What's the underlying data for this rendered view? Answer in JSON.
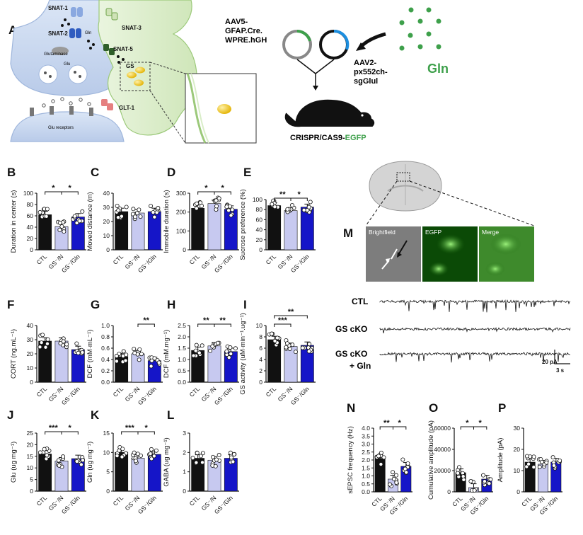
{
  "figure": {
    "panel_a": {
      "letter": "A",
      "labels": {
        "snat1": "SNAT-1",
        "snat2": "SNAT-2",
        "snat3": "SNAT-3",
        "snat5": "SNAT-5",
        "gln_small": "Gln",
        "glutaminase": "Glutaminase",
        "glu_small": "Glu",
        "gs": "GS",
        "glt1": "GLT-1",
        "glu_receptors": "Glu receptors"
      },
      "virus1": "AAV5-\nGFAP.Cre.\nWPRE.hGH",
      "virus2": "AAV2-\npx552ch-\nsgGlul",
      "gln_big": "Gln",
      "crispr": "CRISPR/CAS9-",
      "egfp": "EGFP"
    },
    "colors": {
      "ctl": "#111111",
      "gsn": "#c7c9f0",
      "gsgln": "#1515c8",
      "green": "#3ea04b",
      "blue_plasmid": "#1d8fe0",
      "astro": "#d9edc8",
      "neuron": "#c9d9f0"
    },
    "panel_m": {
      "letter": "M",
      "img_labels": [
        "Brightfield",
        "EGFP",
        "Merge"
      ],
      "trace_labels": [
        "CTL",
        "GS cKO",
        "GS cKO\n+ Gln"
      ],
      "scale_y": "20 pA",
      "scale_x": "3 s"
    },
    "chart_data": [
      {
        "panel": "B",
        "type": "bar",
        "categories": [
          "CTL",
          "GS⁻/N",
          "GS⁻/Gln"
        ],
        "values": [
          62,
          41,
          58
        ],
        "ylabel": "Duration in center (s)",
        "ylim": [
          0,
          100
        ],
        "yticks": [
          0,
          20,
          40,
          60,
          80,
          100
        ],
        "sig": [
          {
            "from": 0,
            "to": 1,
            "label": "*"
          },
          {
            "from": 1,
            "to": 2,
            "label": "*"
          }
        ]
      },
      {
        "panel": "C",
        "type": "bar",
        "categories": [
          "CTL",
          "GS⁻/N",
          "GS⁻/Gln"
        ],
        "values": [
          27,
          26,
          27
        ],
        "ylabel": "Moved distance (m)",
        "ylim": [
          0,
          40
        ],
        "yticks": [
          0,
          10,
          20,
          30,
          40
        ],
        "sig": []
      },
      {
        "panel": "D",
        "type": "bar",
        "categories": [
          "CTL",
          "GS⁻/N",
          "GS⁻/Gln"
        ],
        "values": [
          220,
          245,
          215
        ],
        "ylabel": "Immobile duration (s)",
        "ylim": [
          0,
          300
        ],
        "yticks": [
          0,
          100,
          200,
          300
        ],
        "sig": [
          {
            "from": 0,
            "to": 1,
            "label": "*"
          },
          {
            "from": 1,
            "to": 2,
            "label": "*"
          }
        ]
      },
      {
        "panel": "E",
        "type": "bar",
        "categories": [
          "CTL",
          "GS⁻/N",
          "GS⁻/Gln"
        ],
        "values": [
          88,
          78,
          85
        ],
        "ylabel": "Sucrose preference (%)",
        "ylim": [
          0,
          100
        ],
        "yticks": [
          0,
          20,
          40,
          60,
          80,
          100
        ],
        "sig": [
          {
            "from": 0,
            "to": 1,
            "label": "**"
          },
          {
            "from": 1,
            "to": 2,
            "label": "*"
          }
        ]
      },
      {
        "panel": "F",
        "type": "bar",
        "categories": [
          "CTL",
          "GS⁻/N",
          "GS⁻/Gln"
        ],
        "values": [
          29,
          29,
          23
        ],
        "ylabel": "CORT (ng.mL⁻¹)",
        "ylim": [
          0,
          40
        ],
        "yticks": [
          0,
          10,
          20,
          30,
          40
        ],
        "sig": []
      },
      {
        "panel": "G",
        "type": "bar",
        "categories": [
          "CTL",
          "GS⁻/N",
          "GS⁻/Gln"
        ],
        "values": [
          0.45,
          0.5,
          0.38
        ],
        "ylabel": "DCF (mM·mL⁻¹)",
        "ylim": [
          0,
          1.0
        ],
        "yticks": [
          0,
          0.2,
          0.4,
          0.6,
          0.8,
          1.0
        ],
        "sig": [
          {
            "from": 1,
            "to": 2,
            "label": "**"
          }
        ]
      },
      {
        "panel": "H",
        "type": "bar",
        "categories": [
          "CTL",
          "GS⁻/N",
          "GS⁻/Gln"
        ],
        "values": [
          1.4,
          1.6,
          1.35
        ],
        "ylabel": "DCF (mM.mg⁻¹)",
        "ylim": [
          0,
          2.5
        ],
        "yticks": [
          0,
          0.5,
          1.0,
          1.5,
          2.0,
          2.5
        ],
        "sig": [
          {
            "from": 0,
            "to": 1,
            "label": "**"
          },
          {
            "from": 1,
            "to": 2,
            "label": "**"
          }
        ]
      },
      {
        "panel": "I",
        "type": "bar",
        "categories": [
          "CTL",
          "GS⁻/N",
          "GS⁻/Gln"
        ],
        "values": [
          7.5,
          6.3,
          6.5
        ],
        "ylabel": "GS activity (uM·min⁻¹.ug⁻¹)",
        "ylim": [
          0,
          10
        ],
        "yticks": [
          0,
          2,
          4,
          6,
          8,
          10
        ],
        "sig": [
          {
            "from": 0,
            "to": 1,
            "label": "***"
          },
          {
            "from": 0,
            "to": 2,
            "label": "**"
          }
        ]
      },
      {
        "panel": "J",
        "type": "bar",
        "categories": [
          "CTL",
          "GS⁻/N",
          "GS⁻/Gln"
        ],
        "values": [
          16,
          13,
          14
        ],
        "ylabel": "Glu (ug mg⁻¹)",
        "ylim": [
          0,
          25
        ],
        "yticks": [
          0,
          5,
          10,
          15,
          20,
          25
        ],
        "sig": [
          {
            "from": 0,
            "to": 1,
            "label": "***"
          },
          {
            "from": 1,
            "to": 2,
            "label": "*"
          }
        ]
      },
      {
        "panel": "K",
        "type": "bar",
        "categories": [
          "CTL",
          "GS⁻/N",
          "GS⁻/Gln"
        ],
        "values": [
          10,
          8.5,
          9.5
        ],
        "ylabel": "Gln (ug mg⁻¹)",
        "ylim": [
          0,
          15
        ],
        "yticks": [
          0,
          5,
          10,
          15
        ],
        "sig": [
          {
            "from": 0,
            "to": 1,
            "label": "***"
          },
          {
            "from": 1,
            "to": 2,
            "label": "*"
          }
        ]
      },
      {
        "panel": "L",
        "type": "bar",
        "categories": [
          "CTL",
          "GS⁻/N",
          "GS⁻/Gln"
        ],
        "values": [
          1.7,
          1.6,
          1.7
        ],
        "ylabel": "GABA (ug mg⁻¹)",
        "ylim": [
          0,
          3
        ],
        "yticks": [
          0,
          1,
          2,
          3
        ],
        "sig": []
      },
      {
        "panel": "N",
        "type": "bar",
        "categories": [
          "CTL",
          "GS⁻/N",
          "GS⁻/Gln"
        ],
        "values": [
          2.1,
          0.8,
          1.6
        ],
        "ylabel": "sEPSC frequency (Hz)",
        "ylim": [
          0,
          4.0
        ],
        "yticks": [
          0,
          0.5,
          1.0,
          1.5,
          2.0,
          2.5,
          3.0,
          3.5,
          4.0
        ],
        "sig": [
          {
            "from": 0,
            "to": 1,
            "label": "**"
          },
          {
            "from": 1,
            "to": 2,
            "label": "*"
          }
        ]
      },
      {
        "panel": "O",
        "type": "bar",
        "categories": [
          "CTL",
          "GS⁻/N",
          "GS⁻/Gln"
        ],
        "values": [
          18000,
          4000,
          12000
        ],
        "ylabel": "Cumulative amplitude (pA)",
        "ylim": [
          0,
          60000
        ],
        "yticks": [
          0,
          20000,
          40000,
          60000
        ],
        "sig": [
          {
            "from": 0,
            "to": 1,
            "label": "*"
          },
          {
            "from": 1,
            "to": 2,
            "label": "*"
          }
        ]
      },
      {
        "panel": "P",
        "type": "bar",
        "categories": [
          "CTL",
          "GS⁻/N",
          "GS⁻/Gln"
        ],
        "values": [
          14,
          13,
          14
        ],
        "ylabel": "Amplitude (pA)",
        "ylim": [
          0,
          30
        ],
        "yticks": [
          0,
          10,
          20,
          30
        ],
        "sig": []
      }
    ]
  }
}
